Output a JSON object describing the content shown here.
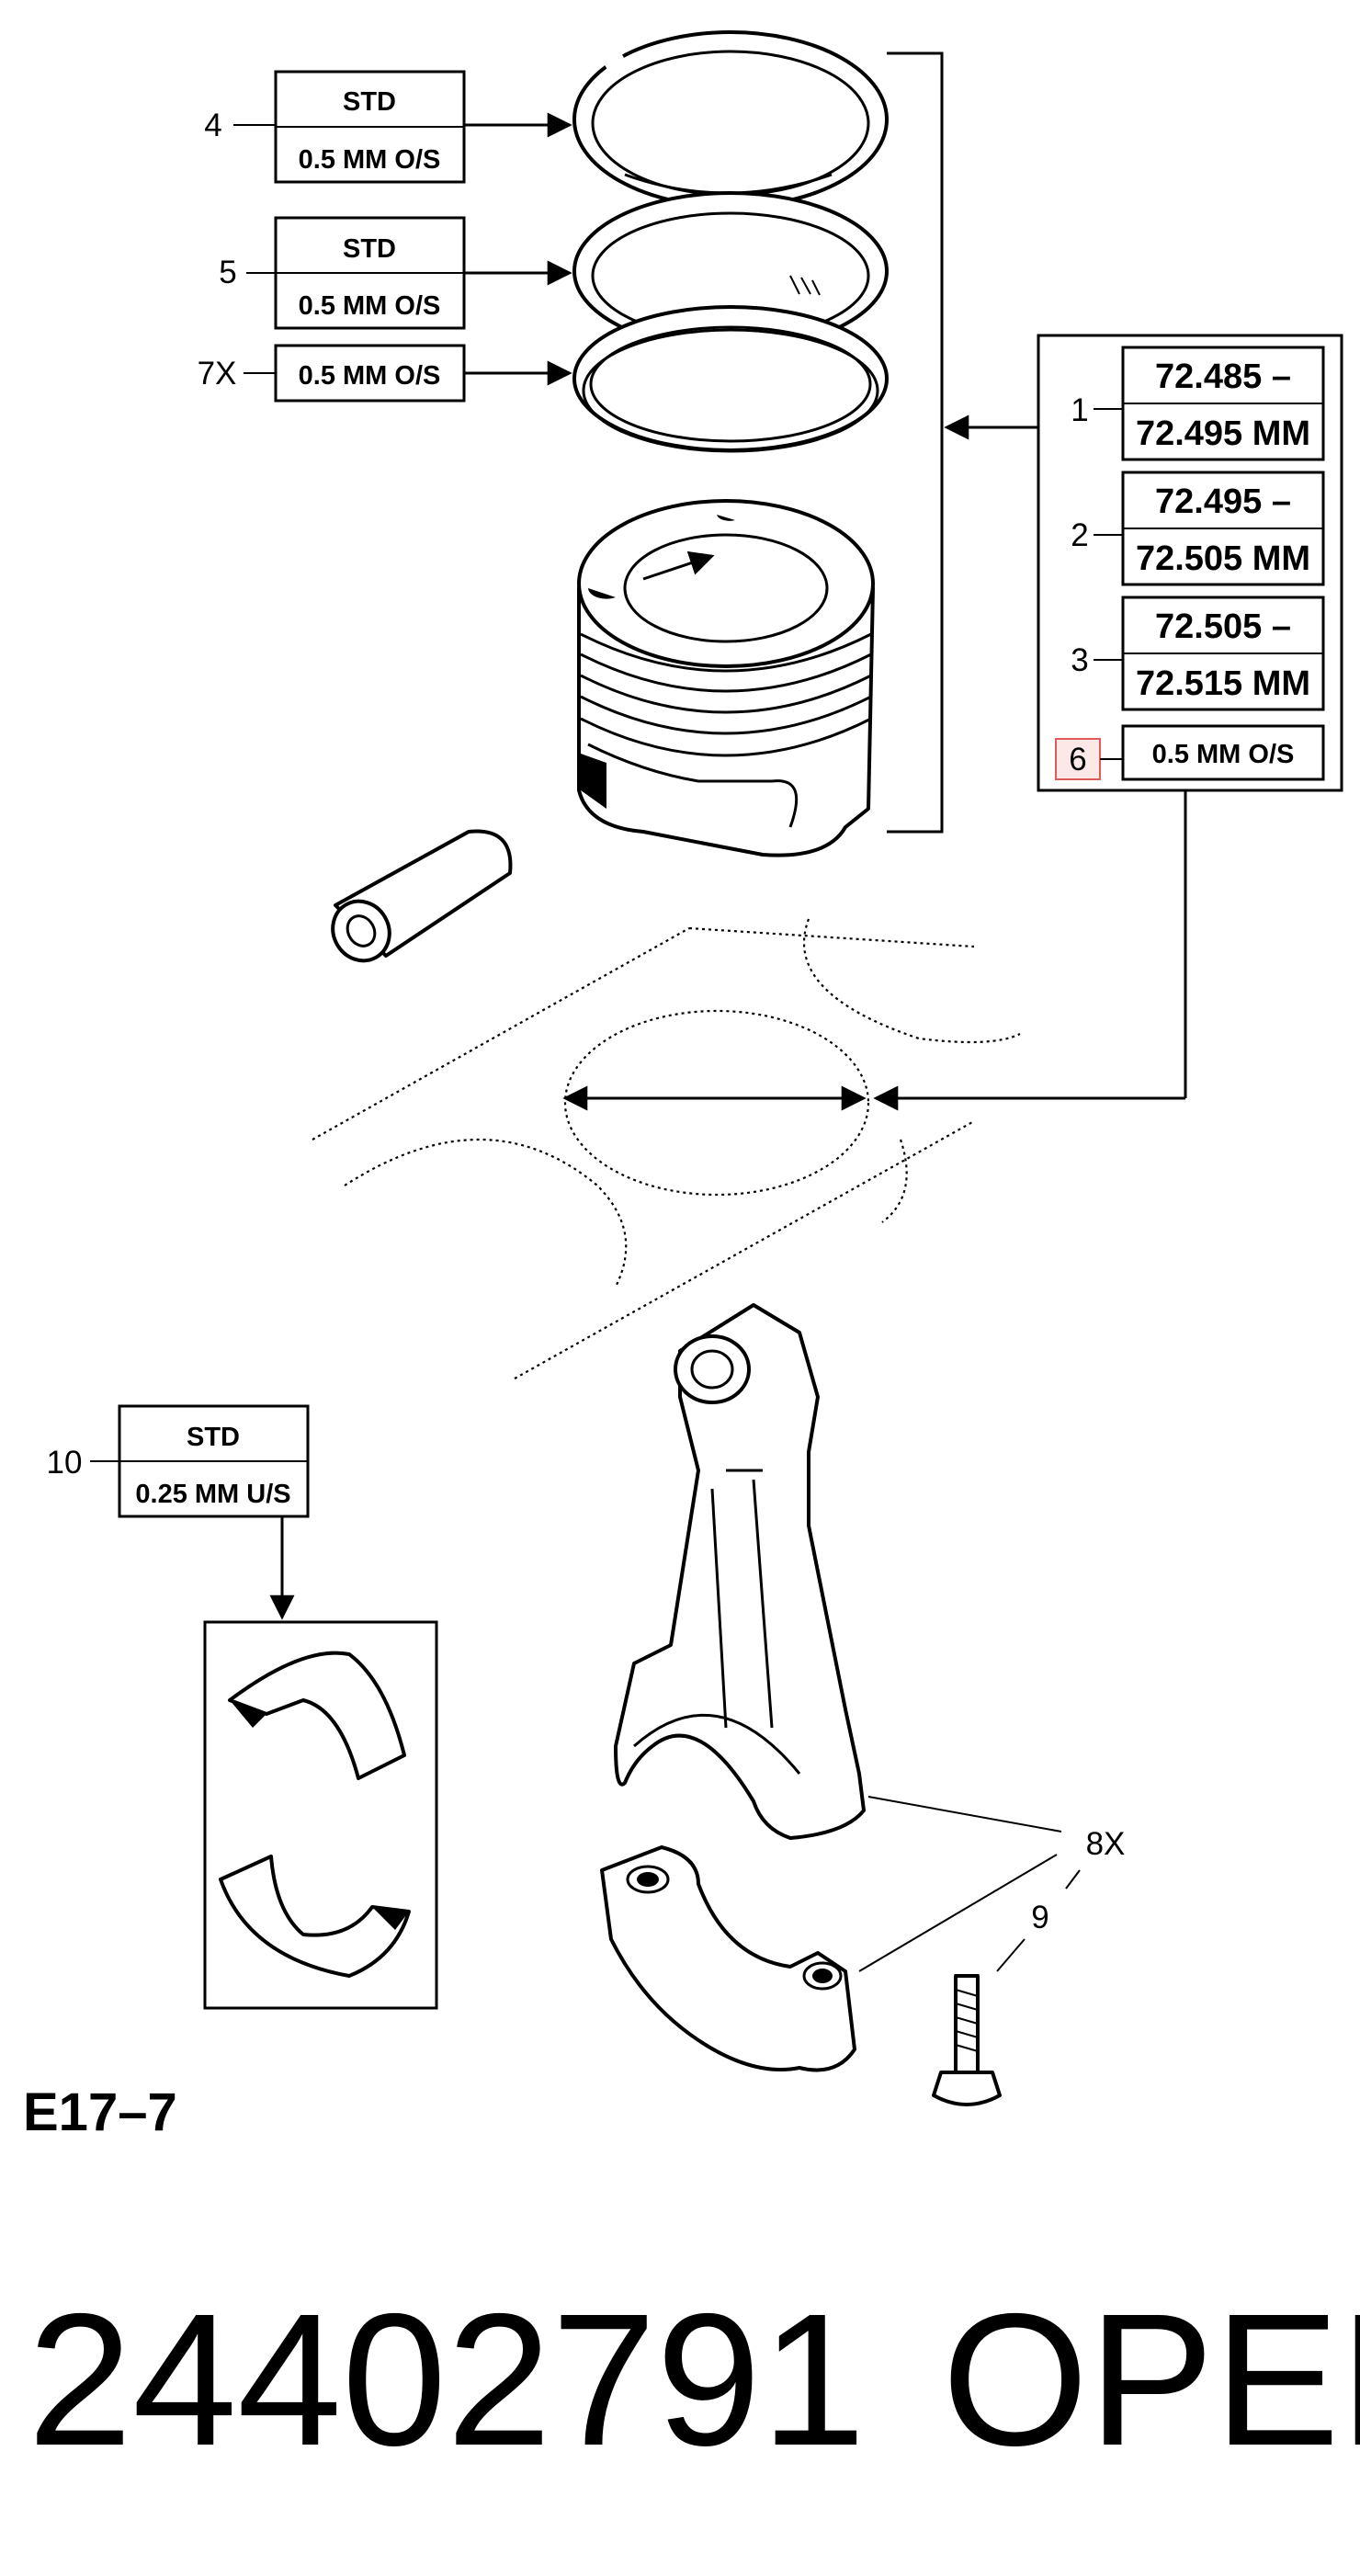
{
  "callouts": {
    "ring_top": {
      "number": "4",
      "std": "STD",
      "os": "0.5 MM O/S"
    },
    "ring_second": {
      "number": "5",
      "std": "STD",
      "os": "0.5 MM O/S"
    },
    "ring_oil": {
      "number": "7X",
      "os": "0.5 MM O/S"
    },
    "bore_sizes": [
      {
        "number": "1",
        "line1": "72.485 –",
        "line2": "72.495 MM"
      },
      {
        "number": "2",
        "line1": "72.495 –",
        "line2": "72.505 MM"
      },
      {
        "number": "3",
        "line1": "72.505 –",
        "line2": "72.515 MM"
      }
    ],
    "bore_oversize": {
      "number": "6",
      "label": "0.5 MM O/S"
    },
    "bearing": {
      "number": "10",
      "std": "STD",
      "us": "0.25 MM U/S"
    },
    "conrod": {
      "number": "8X"
    },
    "bolt": {
      "number": "9"
    }
  },
  "figure_code": "E17–7",
  "part_number": "24402791",
  "brand": "OPEL",
  "colors": {
    "line": "#000000",
    "highlight_fill": "#fde8e8",
    "highlight_stroke": "#e05a5a"
  }
}
